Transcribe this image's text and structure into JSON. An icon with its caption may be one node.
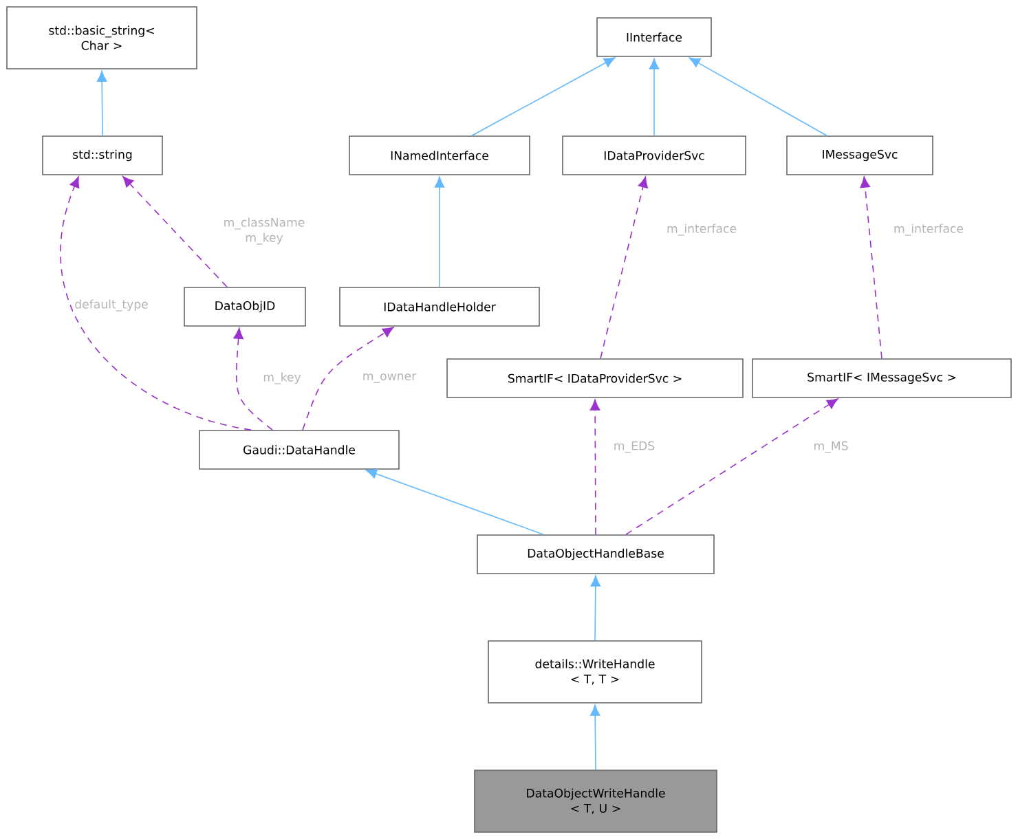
{
  "diagram": {
    "nodes": [
      {
        "text": [
          "std::basic_string< Char >"
        ]
      },
      {
        "text": [
          "IInterface"
        ]
      },
      {
        "text": [
          "std::string"
        ]
      },
      {
        "text": [
          "INamedInterface"
        ]
      },
      {
        "text": [
          "IDataProviderSvc"
        ]
      },
      {
        "text": [
          "IMessageSvc"
        ]
      },
      {
        "text": [
          "DataObjID"
        ]
      },
      {
        "text": [
          "IDataHandleHolder"
        ]
      },
      {
        "text": [
          "SmartIF< IDataProviderSvc >"
        ]
      },
      {
        "text": [
          "SmartIF< IMessageSvc >"
        ]
      },
      {
        "text": [
          "Gaudi::DataHandle"
        ]
      },
      {
        "text": [
          "DataObjectHandleBase"
        ]
      },
      {
        "text": [
          "details::WriteHandle < T, T >"
        ]
      },
      {
        "text": [
          "DataObjectWriteHandle < T, U >"
        ]
      }
    ],
    "edges": [
      {
        "from": 2,
        "to": 0,
        "arrow": "to"
      },
      {
        "from": 3,
        "to": 1,
        "arrow": "to"
      },
      {
        "from": 4,
        "to": 1,
        "arrow": "to"
      },
      {
        "from": 5,
        "to": 1,
        "arrow": "to"
      },
      {
        "from": 7,
        "to": 3,
        "arrow": "to"
      },
      {
        "from": 6,
        "to": 2,
        "arrow": "to",
        "label": "m_className m_key",
        "style": "dashed",
        "color": "#9a32cd"
      },
      {
        "from": 10,
        "to": 2,
        "arrow": "to",
        "label": "default_type",
        "style": "dashed",
        "color": "#9a32cd"
      },
      {
        "from": 10,
        "to": 6,
        "arrow": "to",
        "label": "m_key",
        "style": "dashed",
        "color": "#9a32cd"
      },
      {
        "from": 10,
        "to": 7,
        "arrow": "to",
        "label": "m_owner",
        "style": "dashed",
        "color": "#9a32cd"
      },
      {
        "from": 8,
        "to": 4,
        "arrow": "to",
        "label": "m_interface",
        "style": "dashed",
        "color": "#9a32cd"
      },
      {
        "from": 9,
        "to": 5,
        "arrow": "to",
        "label": "m_interface",
        "style": "dashed",
        "color": "#9a32cd"
      },
      {
        "from": 11,
        "to": 10,
        "arrow": "to"
      },
      {
        "from": 11,
        "to": 8,
        "arrow": "to",
        "label": "m_EDS",
        "style": "dashed",
        "color": "#9a32cd"
      },
      {
        "from": 11,
        "to": 9,
        "arrow": "to",
        "label": "m_MS",
        "style": "dashed",
        "color": "#9a32cd"
      },
      {
        "from": 12,
        "to": 11,
        "arrow": "to"
      },
      {
        "from": 13,
        "to": 12,
        "arrow": "to"
      }
    ]
  }
}
